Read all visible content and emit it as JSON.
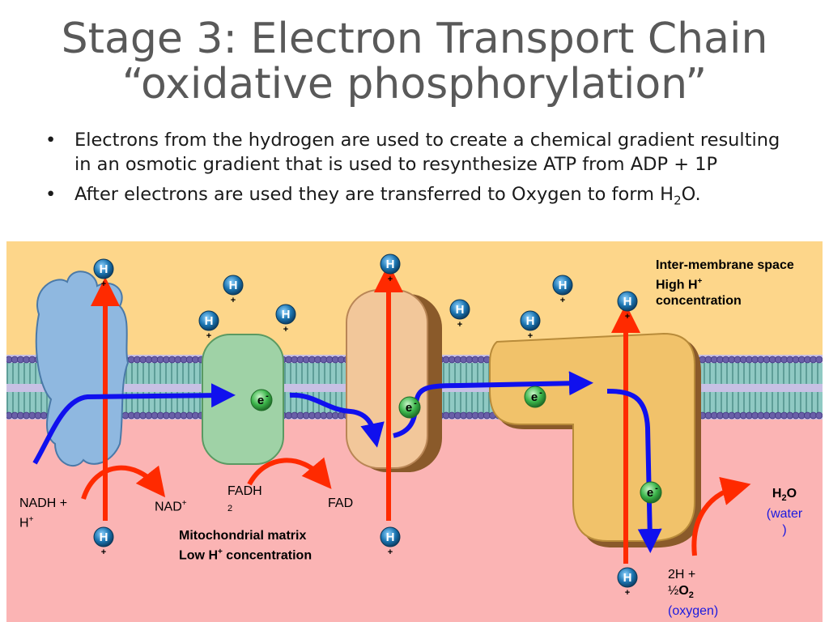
{
  "title_line1": "Stage 3: Electron Transport Chain",
  "title_line2": "“oxidative phosphorylation”",
  "bullets": [
    "Electrons from the hydrogen are used to create a chemical gradient resulting in an osmotic gradient that is used to resynthesize ATP from ADP + 1P",
    "After electrons are used they are transferred to Oxygen to form H"
  ],
  "bullet2_sub": "2",
  "bullet2_end": "O.",
  "bullet_symbol": "•",
  "diagram": {
    "intermembrane_label": "Inter-membrane space High H",
    "intermembrane_sup": "+",
    "intermembrane_tail": "concentration",
    "matrix_label": "Mitochondrial matrix",
    "matrix_label2": "Low H",
    "matrix_sup": "+",
    "matrix_tail": "concentration",
    "nadh": "NADH +",
    "nadh_h": "H",
    "plus": "+",
    "nad": "NAD",
    "fadh": "FADH",
    "fadh_sub": "2",
    "fad": "FAD",
    "h2o_h": "H",
    "h2o_sub": "2",
    "h2o_o": "O",
    "water": "(water",
    "water_close": ")",
    "twoH": "2H +",
    "half": "½",
    "o2_o": "O",
    "o2_sub": "2",
    "oxygen": "(oxygen)",
    "h_ion": "H",
    "electron": "e",
    "minus": "-"
  },
  "colors": {
    "intermembrane": "#fdd68a",
    "matrix": "#fbb4b4",
    "membrane_teal": "#8fc9c3",
    "membrane_heads": "#6a5fa8",
    "arrow_red": "#ff2a00",
    "arrow_blue": "#1010ee",
    "protein_blue": "#8fb8e0",
    "protein_green": "#9fd2a6",
    "protein_tan": "#f2c79a",
    "protein_gold": "#f1c26a",
    "h_ion": "#1b74b0",
    "electron": "#3bb54a"
  }
}
